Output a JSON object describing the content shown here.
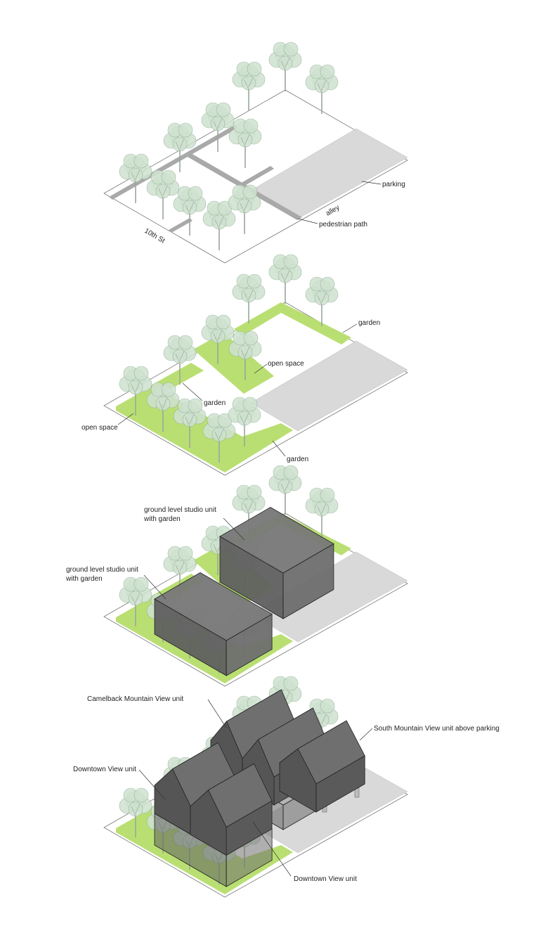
{
  "colors": {
    "green": "#b9df72",
    "parking": "#d9d9d9",
    "path": "#a9a9a9",
    "tree": "#cfe2d0",
    "treeStroke": "#8fae95",
    "building": "#6b6b6b",
    "buildingDark": "#4a4a4a"
  },
  "layer1": {
    "parking": "parking",
    "alley": "alley",
    "pedestrian_path": "pedestrian path",
    "street": "10th St"
  },
  "layer2": {
    "garden_top": "garden",
    "open_space_mid": "open space",
    "garden_left": "garden",
    "open_space_left": "open space",
    "garden_bottom": "garden"
  },
  "layer3": {
    "unit_back_l1": "ground level studio unit",
    "unit_back_l2": "with garden",
    "unit_front_l1": "ground level studio unit",
    "unit_front_l2": "with garden"
  },
  "layer4": {
    "camelback": "Camelback Mountain View unit",
    "south_mountain": "South Mountain View unit above parking",
    "downtown_left": "Downtown View unit",
    "downtown_right": "Downtown View unit"
  }
}
